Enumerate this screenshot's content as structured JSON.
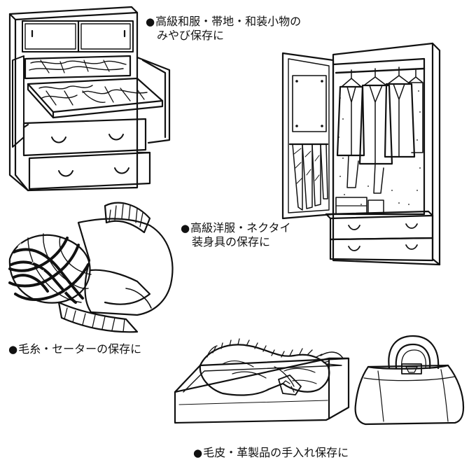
{
  "captions": {
    "kimono": {
      "bullet": "●",
      "line1": "高級和服・帯地・和装小物の",
      "line2": "みやび保存に"
    },
    "suits": {
      "bullet": "●",
      "line1": "高級洋服・ネクタイ",
      "line2": "装身具の保存に"
    },
    "wool": {
      "bullet": "●",
      "line1": "毛糸・セーターの保存に"
    },
    "fur": {
      "bullet": "●",
      "line1": "毛皮・革製品の手入れ保存に"
    }
  },
  "illustrations": {
    "kimono_chest": "kimono-chest-illustration",
    "wardrobe": "wardrobe-illustration",
    "sweater_yarn": "sweater-yarn-illustration",
    "fur_box": "fur-box-illustration",
    "handbag": "handbag-illustration"
  }
}
